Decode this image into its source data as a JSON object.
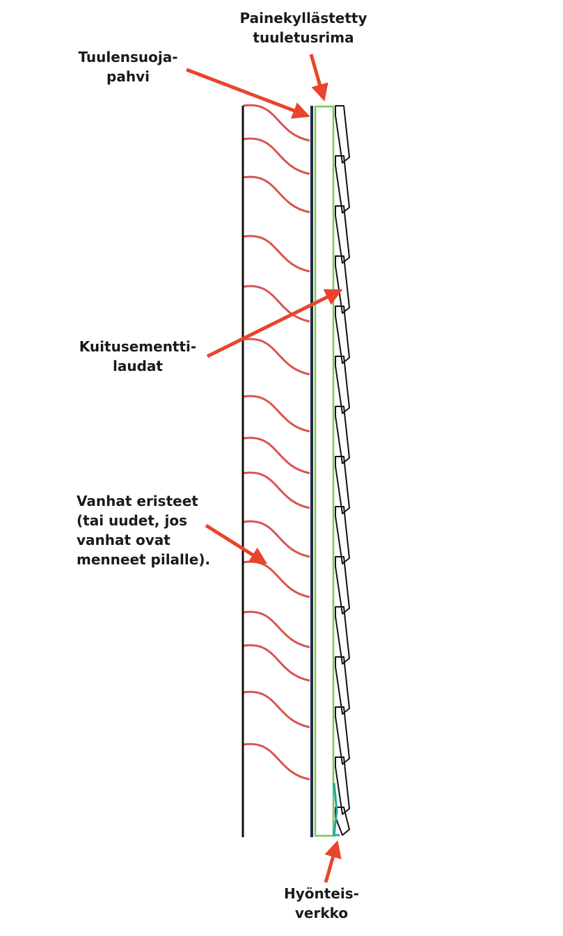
{
  "labels": {
    "tuulensuojapahvi": [
      "Tuulensuoja-",
      "pahvi"
    ],
    "tuuletusrima": [
      "Painekyllästetty",
      "tuuletusrima"
    ],
    "kuitusementtilaudat": [
      "Kuitusementti-",
      "laudat"
    ],
    "eristeet": [
      "Vanhat eristeet",
      "(tai uudet, jos",
      "vanhat ovat",
      "menneet pilalle)."
    ],
    "hyonteisverkko": [
      "Hyönteis-",
      "verkko"
    ]
  },
  "colors": {
    "arrow": "#e8452c",
    "insulation": "#d9534f",
    "wall": "#111111",
    "windboard": "#1f2d44",
    "batten": "#7cc55a",
    "cladding": "#111111",
    "insect_net": "#25a3a3"
  }
}
